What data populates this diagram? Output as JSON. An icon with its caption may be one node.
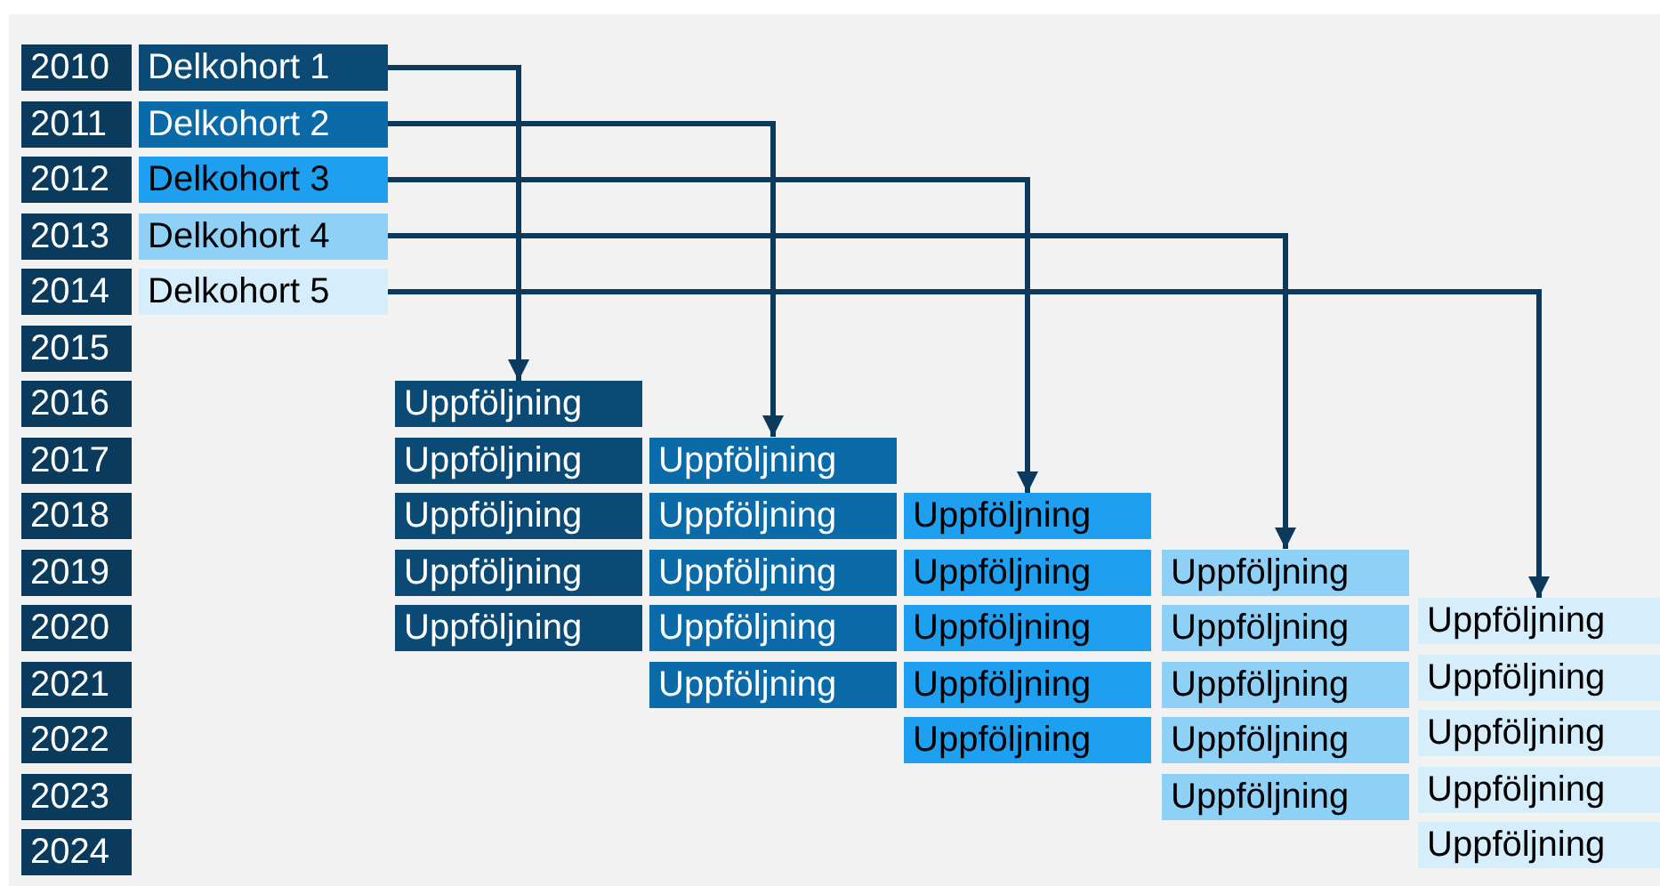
{
  "diagram": {
    "nodes": [
      {
        "text": [
          "2010"
        ]
      },
      {
        "text": [
          "Delkohort 1"
        ]
      },
      {
        "text": [
          "2011"
        ]
      },
      {
        "text": [
          "Delkohort 2"
        ]
      },
      {
        "text": [
          "2012"
        ]
      },
      {
        "text": [
          "Delkohort 3"
        ]
      },
      {
        "text": [
          "2013"
        ]
      },
      {
        "text": [
          "Delkohort 4"
        ]
      },
      {
        "text": [
          "2014"
        ]
      },
      {
        "text": [
          "Delkohort 5"
        ]
      },
      {
        "text": [
          "2015"
        ]
      },
      {
        "text": [
          "2016"
        ]
      },
      {
        "text": [
          "Uppföljning"
        ]
      },
      {
        "text": [
          "2017"
        ]
      },
      {
        "text": [
          "Uppföljning"
        ]
      },
      {
        "text": [
          "Uppföljning"
        ]
      },
      {
        "text": [
          "2018"
        ]
      },
      {
        "text": [
          "Uppföljning"
        ]
      },
      {
        "text": [
          "Uppföljning"
        ]
      },
      {
        "text": [
          "Uppföljning"
        ]
      },
      {
        "text": [
          "2019"
        ]
      },
      {
        "text": [
          "Uppföljning"
        ]
      },
      {
        "text": [
          "Uppföljning"
        ]
      },
      {
        "text": [
          "Uppföljning"
        ]
      },
      {
        "text": [
          "Uppföljning"
        ]
      },
      {
        "text": [
          "2020"
        ]
      },
      {
        "text": [
          "Uppföljning"
        ]
      },
      {
        "text": [
          "Uppföljning"
        ]
      },
      {
        "text": [
          "Uppföljning"
        ]
      },
      {
        "text": [
          "Uppföljning"
        ]
      },
      {
        "text": [
          "Uppföljning"
        ]
      },
      {
        "text": [
          "2021"
        ]
      },
      {
        "text": [
          "Uppföljning"
        ]
      },
      {
        "text": [
          "Uppföljning"
        ]
      },
      {
        "text": [
          "Uppföljning"
        ]
      },
      {
        "text": [
          "Uppföljning"
        ]
      },
      {
        "text": [
          "2022"
        ]
      },
      {
        "text": [
          "Uppföljning"
        ]
      },
      {
        "text": [
          "Uppföljning"
        ]
      },
      {
        "text": [
          "Uppföljning"
        ]
      },
      {
        "text": [
          "2023"
        ]
      },
      {
        "text": [
          "Uppföljning"
        ]
      },
      {
        "text": [
          "Uppföljning"
        ]
      },
      {
        "text": [
          "2024"
        ]
      },
      {
        "text": [
          "Uppföljning"
        ]
      }
    ],
    "edges": [
      {
        "from": 1,
        "to": 12,
        "arrow": "to"
      },
      {
        "from": 3,
        "to": 15,
        "arrow": "to"
      },
      {
        "from": 5,
        "to": 19,
        "arrow": "to"
      },
      {
        "from": 7,
        "to": 24,
        "arrow": "to"
      },
      {
        "from": 9,
        "to": 30,
        "arrow": "to"
      }
    ]
  }
}
